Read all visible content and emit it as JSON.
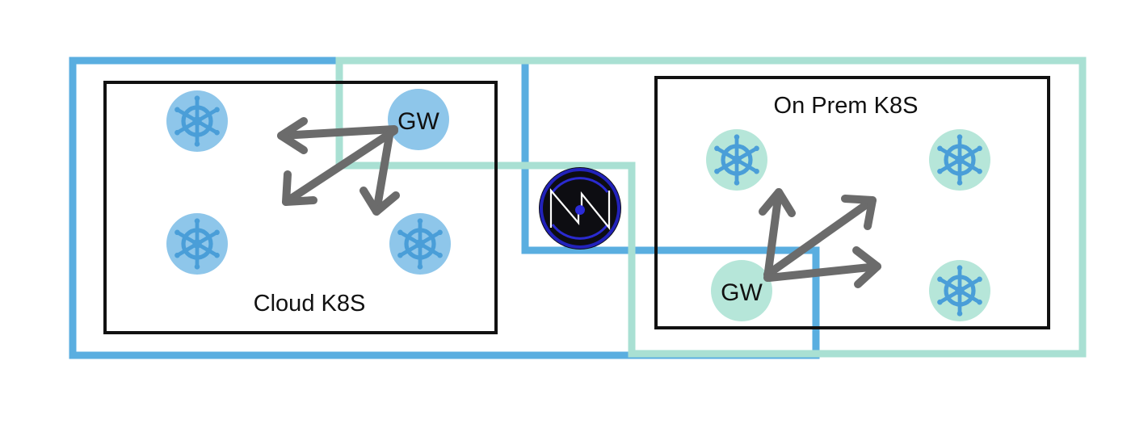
{
  "clusters": {
    "cloud": {
      "label": "Cloud K8S"
    },
    "onprem": {
      "label": "On Prem K8S"
    }
  },
  "gateways": {
    "cloud": {
      "label": "GW"
    },
    "onprem": {
      "label": "GW"
    }
  },
  "nodes": {
    "icon": "kubernetes-helm-icon",
    "cloud_count": 3,
    "onprem_count": 3
  },
  "hub": {
    "icon": "netmaker-logo"
  },
  "colors": {
    "cloud_network": "#5aaee0",
    "onprem_network": "#a9e0d3",
    "cloud_node_fill": "#8ec6ea",
    "onprem_node_fill": "#b6e6d9",
    "helm_cloud": "#4a9ed8",
    "helm_onprem": "#4ab0d8",
    "arrow": "#6b6b6b",
    "cluster_border": "#111111",
    "hub_ring": "#2222bb",
    "hub_fill": "#0d0d12"
  }
}
